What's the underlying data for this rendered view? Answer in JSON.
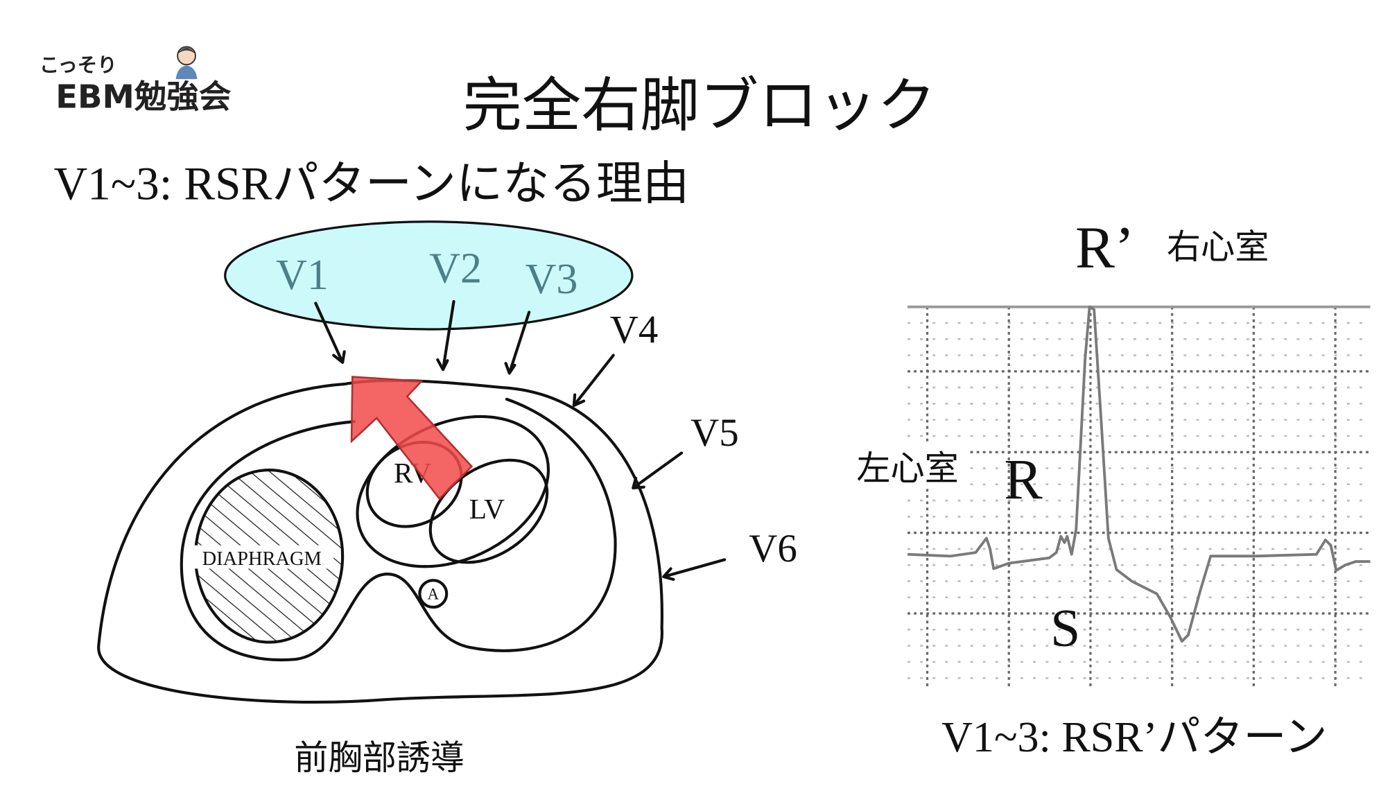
{
  "logo": {
    "line1": "こっそり",
    "line2": "EBM勉強会"
  },
  "title": "完全右脚ブロック",
  "subtitle": "V1~3: RSRパターンになる理由",
  "diagram": {
    "bubble_leads": [
      "V1",
      "V2",
      "V3"
    ],
    "side_leads": [
      "V4",
      "V5",
      "V6"
    ],
    "rv": "RV",
    "lv": "LV",
    "aorta": "A",
    "diaphragm": "DIAPHRAGM",
    "caption": "前胸部誘導"
  },
  "ecg": {
    "r_prime": "R’",
    "right_ventricle": "右心室",
    "left_ventricle": "左心室",
    "r": "R",
    "s": "S",
    "caption": "V1~3:  RSR’パターン"
  },
  "colors": {
    "bubble": "#ccfafa",
    "lead_text": "#4d7f88",
    "arrow": "#f24a4a",
    "trace": "#7a7a7a"
  }
}
